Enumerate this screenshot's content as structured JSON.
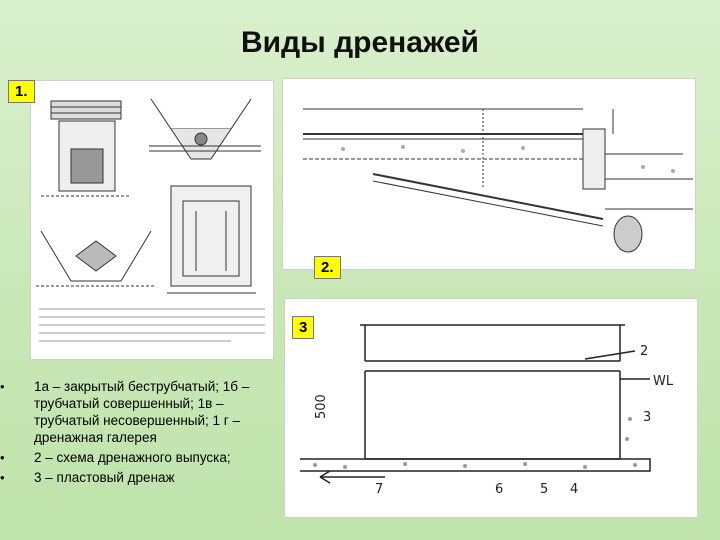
{
  "title": "Виды дренажей",
  "badges": {
    "b1": "1.",
    "b2": "2.",
    "b3": "3"
  },
  "figure3": {
    "label_2": "2",
    "label_3": "3",
    "label_wl": "WL",
    "label_500": "500",
    "label_7": "7",
    "label_6": "6",
    "label_5": "5",
    "label_4": "4"
  },
  "bullets": [
    "1а – закрытый беструбчатый; 1б – трубчатый совершенный; 1в – трубчатый несовершенный; 1 г – дренажная галерея",
    "2 – схема дренажного выпуска;",
    "3 – пластовый дренаж"
  ],
  "colors": {
    "background": "#c9e8b7",
    "badge": "#ffff00"
  }
}
